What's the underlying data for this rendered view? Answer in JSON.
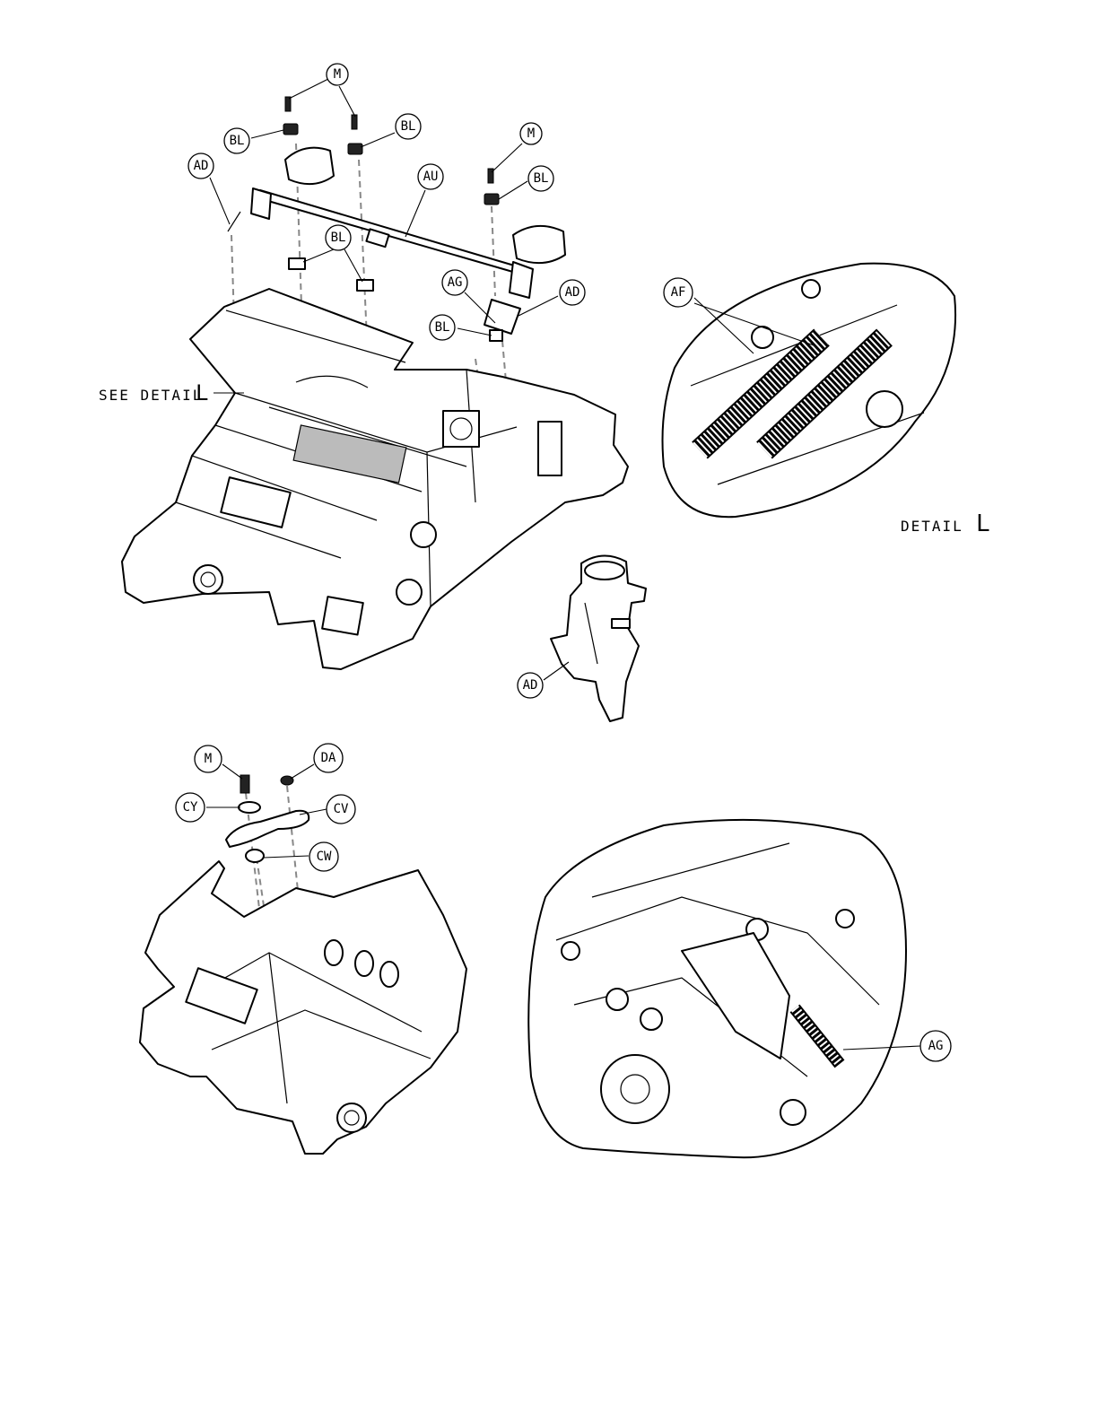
{
  "callouts": {
    "m_top": "M",
    "bl_1": "BL",
    "bl_2": "BL",
    "ad_left": "AD",
    "au": "AU",
    "m_right": "M",
    "bl_right": "BL",
    "bl_mid": "BL",
    "ag_top": "AG",
    "ad_right": "AD",
    "bl_lower": "BL",
    "af": "AF",
    "ad_bracket": "AD",
    "m_bottom": "M",
    "da": "DA",
    "cy": "CY",
    "cv": "CV",
    "cw": "CW",
    "ag_bottom": "AG"
  },
  "notes": {
    "see_detail": "SEE DETAIL",
    "see_detail_letter": "L",
    "detail": "DETAIL",
    "detail_letter": "L"
  }
}
